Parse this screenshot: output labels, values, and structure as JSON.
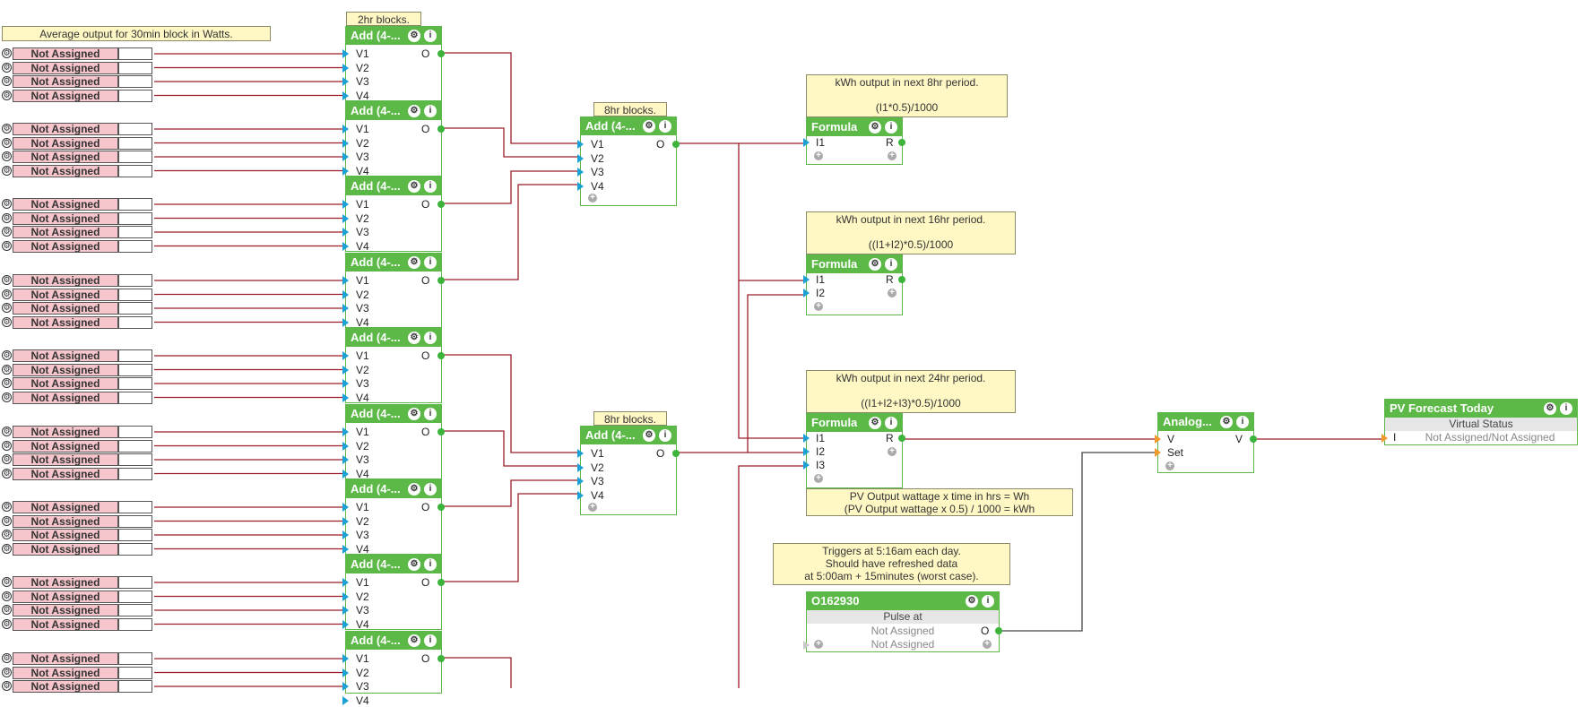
{
  "notes": {
    "avg_output": "Average output for 30min block in Watts.",
    "two_hr": "2hr blocks.",
    "eight_hr_a": "8hr blocks.",
    "eight_hr_b": "8hr blocks.",
    "kwh_8_line1": "kWh output in next 8hr period.",
    "kwh_8_line2": "(I1*0.5)/1000",
    "kwh_16_line1": "kWh output in next 16hr period.",
    "kwh_16_line2": "((I1+I2)*0.5)/1000",
    "kwh_24_line1": "kWh output in next 24hr period.",
    "kwh_24_line2": "((I1+I2+I3)*0.5)/1000",
    "pv_line1": "PV Output wattage x time in hrs = Wh",
    "pv_line2": "(PV Output wattage x 0.5) / 1000 = kWh",
    "trig_line1": "Triggers at 5:16am each day.",
    "trig_line2": "Should have refreshed data",
    "trig_line3": "at 5:00am + 15minutes (worst case)."
  },
  "inputs": {
    "label": "Not Assigned",
    "knob_icon": "gear-icon"
  },
  "add_block": {
    "title": "Add (4-...",
    "ports": [
      "V1",
      "V2",
      "V3",
      "V4"
    ],
    "output": "O"
  },
  "formula_block": {
    "title": "Formula",
    "output": "R",
    "ports_8": [
      "I1"
    ],
    "ports_16": [
      "I1",
      "I2"
    ],
    "ports_24": [
      "I1",
      "I2",
      "I3"
    ]
  },
  "analog_block": {
    "title": "Analog...",
    "ports": [
      "V",
      "Set"
    ],
    "output": "V"
  },
  "pv_block": {
    "title": "PV Forecast Today",
    "subtitle": "Virtual Status",
    "port": "I",
    "value": "Not Assigned/Not Assigned"
  },
  "pulse_block": {
    "title": "O162930",
    "subtitle": "Pulse at",
    "row1": "Not Assigned",
    "row2": "Not Assigned",
    "output": "O"
  },
  "colors": {
    "block_green": "#5cb947",
    "wire_red": "#9b1c2a",
    "wire_dark": "#444444",
    "input_pink": "#f7c6cc",
    "note_yellow": "#fff8c5"
  }
}
